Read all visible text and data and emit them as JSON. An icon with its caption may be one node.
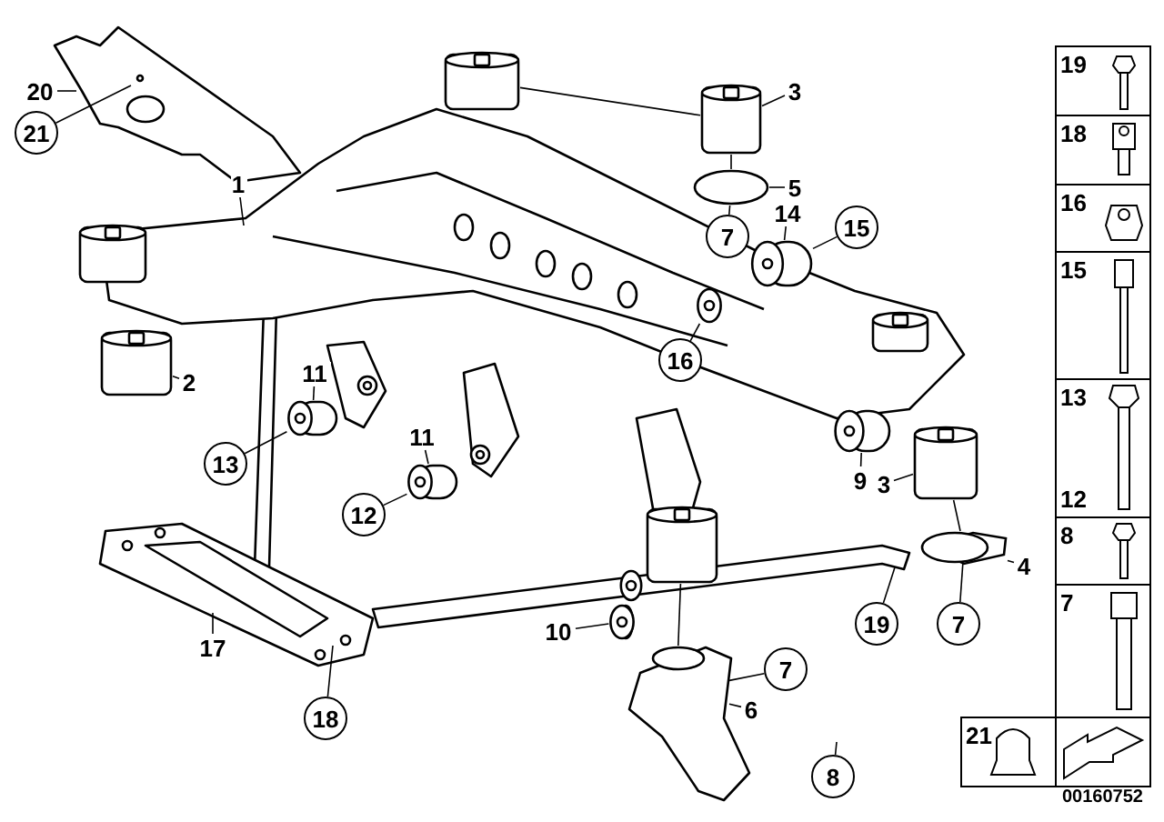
{
  "diagram": {
    "nodes": [
      {
        "text": [
          "20"
        ]
      },
      {
        "text": [
          "21"
        ]
      },
      {
        "text": [
          "1"
        ]
      },
      {
        "text": [
          "2"
        ]
      },
      {
        "text": [
          "3"
        ]
      },
      {
        "text": [
          "5"
        ]
      },
      {
        "text": [
          "7"
        ]
      },
      {
        "text": [
          "14"
        ]
      },
      {
        "text": [
          "15"
        ]
      },
      {
        "text": [
          "16"
        ]
      },
      {
        "text": [
          "11"
        ]
      },
      {
        "text": [
          "13"
        ]
      },
      {
        "text": [
          "11"
        ]
      },
      {
        "text": [
          "12"
        ]
      },
      {
        "text": [
          "9"
        ]
      },
      {
        "text": [
          "3"
        ]
      },
      {
        "text": [
          "4"
        ]
      },
      {
        "text": [
          "7"
        ]
      },
      {
        "text": [
          "19"
        ]
      },
      {
        "text": [
          "10"
        ]
      },
      {
        "text": [
          "6"
        ]
      },
      {
        "text": [
          "7"
        ]
      },
      {
        "text": [
          "17"
        ]
      },
      {
        "text": [
          "18"
        ]
      },
      {
        "text": [
          "8"
        ]
      },
      {
        "text": [],
        "shape": "cylinder"
      },
      {
        "text": [],
        "shape": "cylinder"
      },
      {
        "text": [],
        "shape": "cylinder"
      },
      {
        "text": [],
        "shape": "cylinder"
      },
      {
        "text": [],
        "shape": "cylinder"
      },
      {
        "text": [],
        "shape": "cylinder"
      },
      {
        "text": [],
        "shape": "disc"
      },
      {
        "text": [],
        "shape": "disc"
      },
      {
        "text": [],
        "shape": "cylinder"
      },
      {
        "text": [],
        "shape": "cylinder"
      },
      {
        "text": [],
        "shape": "cylinder"
      },
      {
        "text": [],
        "shape": "cylinder"
      },
      {
        "text": [],
        "shape": "picture"
      },
      {
        "text": [],
        "shape": "cylinder"
      },
      {
        "text": [],
        "shape": "cylinder"
      },
      {
        "text": [],
        "shape": "cylinder"
      },
      {
        "text": [],
        "shape": "cylinder"
      }
    ],
    "edges": [
      {
        "from": 0,
        "to": null,
        "arrow": "none"
      },
      {
        "from": 1,
        "to": null,
        "arrow": "none"
      },
      {
        "from": 2,
        "to": null,
        "arrow": "none"
      },
      {
        "from": 3,
        "to": 38,
        "arrow": "none"
      },
      {
        "from": 4,
        "to": 30,
        "arrow": "none"
      },
      {
        "from": 5,
        "to": 31,
        "arrow": "none"
      },
      {
        "from": 6,
        "to": 31,
        "arrow": "none"
      },
      {
        "from": 7,
        "to": 33,
        "arrow": "none"
      },
      {
        "from": 8,
        "to": 33,
        "arrow": "none"
      },
      {
        "from": 9,
        "to": 27,
        "arrow": "none"
      },
      {
        "from": 10,
        "to": 25,
        "arrow": "none"
      },
      {
        "from": 11,
        "to": 25,
        "arrow": "none"
      },
      {
        "from": 12,
        "to": 26,
        "arrow": "none"
      },
      {
        "from": 13,
        "to": 26,
        "arrow": "none"
      },
      {
        "from": 14,
        "to": 28,
        "arrow": "none"
      },
      {
        "from": 15,
        "to": 35,
        "arrow": "none"
      },
      {
        "from": 16,
        "to": 32,
        "arrow": "none"
      },
      {
        "from": 17,
        "to": 32,
        "arrow": "none"
      },
      {
        "from": 18,
        "to": null,
        "arrow": "none"
      },
      {
        "from": 19,
        "to": 29,
        "arrow": "none"
      },
      {
        "from": 20,
        "to": 37,
        "arrow": "none"
      },
      {
        "from": 21,
        "to": 37,
        "arrow": "none"
      },
      {
        "from": 22,
        "to": null,
        "arrow": "none"
      },
      {
        "from": 23,
        "to": null,
        "arrow": "none"
      },
      {
        "from": 24,
        "to": null,
        "arrow": "none"
      },
      {
        "from": 30,
        "to": 31,
        "arrow": "none"
      },
      {
        "from": 35,
        "to": 32,
        "arrow": "none"
      },
      {
        "from": 36,
        "to": 37,
        "arrow": "none"
      },
      {
        "from": 30,
        "to": 39,
        "arrow": "none"
      }
    ],
    "labels": [
      "19",
      "18",
      "16",
      "15",
      "13",
      "12",
      "8",
      "7",
      "21",
      "00160752"
    ]
  }
}
